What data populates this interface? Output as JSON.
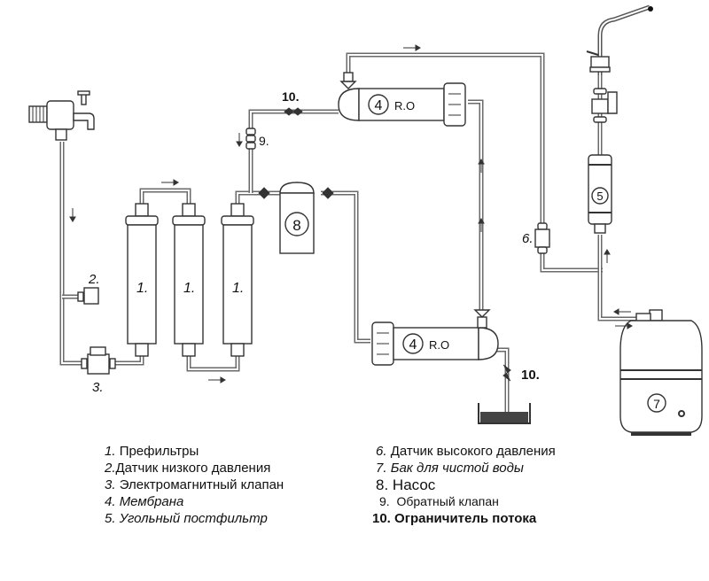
{
  "diagram": {
    "labels": {
      "prefilter": "1.",
      "low_pressure_sensor": "2.",
      "solenoid_valve": "3.",
      "membrane_number": "4",
      "membrane_text": "R.O",
      "postfilter": "5",
      "high_pressure_sensor": "6.",
      "tank": "7",
      "pump": "8",
      "check_valve": "9.",
      "flow_restrictor": "10."
    }
  },
  "legend": {
    "left": [
      {
        "num": "1.",
        "text": "Префильтры"
      },
      {
        "num": "2.",
        "text": "Датчик низкого давления"
      },
      {
        "num": "3.",
        "text": "Электромагнитный клапан"
      },
      {
        "num": "4.",
        "text": "Мембрана"
      },
      {
        "num": "5.",
        "text": "Угольный постфильтр"
      }
    ],
    "right": [
      {
        "num": "6.",
        "text": "Датчик высокого давления"
      },
      {
        "num": "7.",
        "text": "Бак для чистой воды"
      },
      {
        "num": "8.",
        "text": "Насос"
      },
      {
        "num": "9.",
        "text": "Обратный клапан"
      },
      {
        "num": "10.",
        "text": "Ограничитель потока"
      }
    ]
  }
}
